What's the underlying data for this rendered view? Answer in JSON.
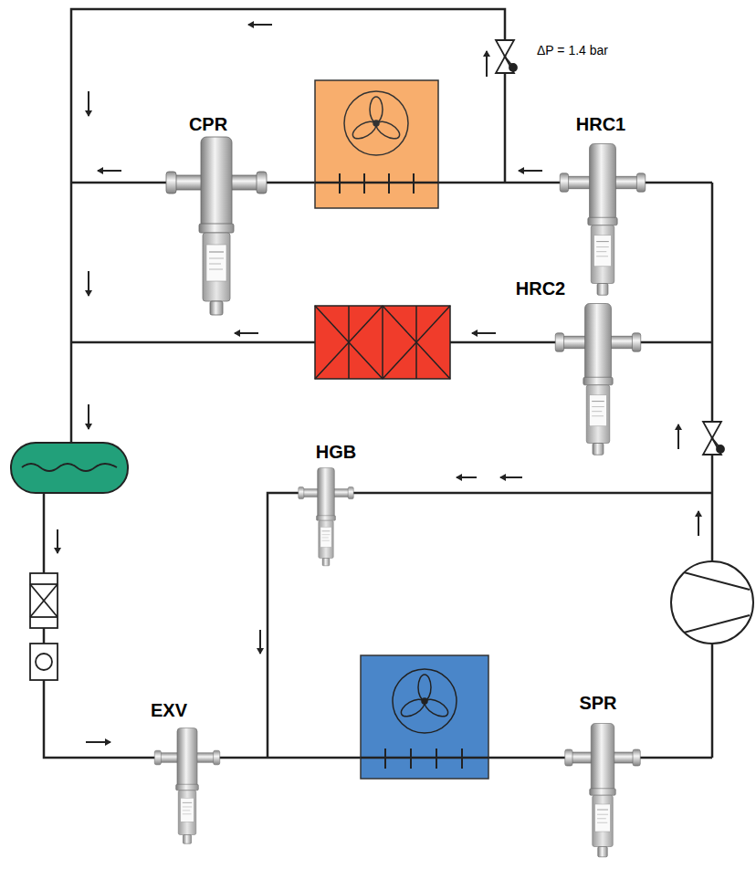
{
  "diagram": {
    "nodes": [
      {
        "text": [
          "CPR"
        ]
      },
      {
        "text": [
          "HRC1"
        ]
      },
      {
        "text": [
          "HRC2"
        ]
      },
      {
        "text": [
          "HGB"
        ]
      },
      {
        "text": [
          "EXV"
        ]
      },
      {
        "text": [
          "SPR"
        ]
      }
    ],
    "labels": [
      "ΔP = 1.4 bar"
    ]
  }
}
